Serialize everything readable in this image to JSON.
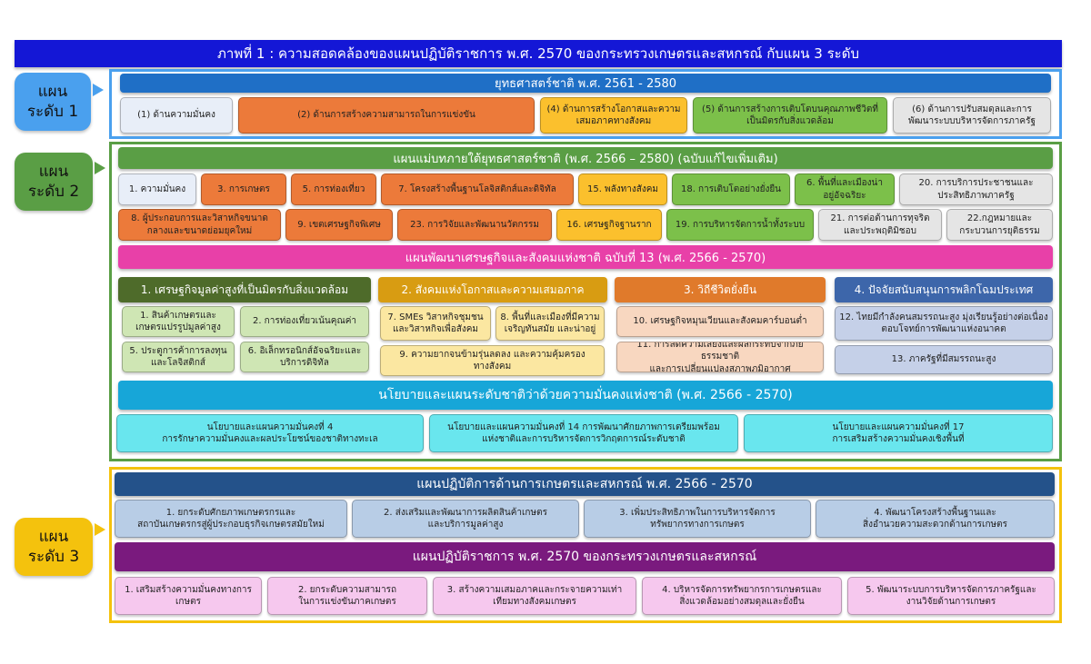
{
  "title": "ภาพที่ 1 : ความสอดคล้องของแผนปฏิบัติราชการ พ.ศ. 2570 ของกระทรวงเกษตรและสหกรณ์ กับแผน 3 ระดับ",
  "colors": {
    "title_bar": "#1417d6",
    "level1": "#4aa0ee",
    "level2": "#5a9e45",
    "level3": "#f4c20d"
  },
  "level1": {
    "label": "แผน\nระดับ 1",
    "header": "ยุทธศาสตร์ชาติ พ.ศ. 2561 - 2580",
    "items": [
      "(1) ด้านความมั่นคง",
      "(2) ด้านการสร้างความสามารถในการแข่งขัน",
      "(4) ด้านการสร้างโอกาสและความ\nเสมอภาคทางสังคม",
      "(5) ด้านการสร้างการเติบโตบนคุณภาพชีวิตที่\nเป็นมิตรกับสิ่งแวดล้อม",
      "(6) ด้านการปรับสมดุลและการ\nพัฒนาระบบบริหารจัดการภาครัฐ"
    ]
  },
  "level2": {
    "label": "แผน\nระดับ 2",
    "master_header": "แผนแม่บทภายใต้ยุทธศาสตร์ชาติ (พ.ศ. 2566 – 2580) (ฉบับแก้ไขเพิ่มเติม)",
    "master_row1": [
      "1. ความมั่นคง",
      "3. การเกษตร",
      "5. การท่องเที่ยว",
      "7. โครงสร้างพื้นฐานโลจิสติกส์และดิจิทัล",
      "15. พลังทางสังคม",
      "18. การเติบโตอย่างยั่งยืน",
      "6. พื้นที่และเมืองน่า\nอยู่อัจฉริยะ",
      "20. การบริการประชาชนและ\nประสิทธิภาพภาครัฐ"
    ],
    "master_row2": [
      "8. ผู้ประกอบการและวิสาหกิจขนาด\nกลางและขนาดย่อมยุคใหม่",
      "9. เขตเศรษฐกิจพิเศษ",
      "23. การวิจัยและพัฒนานวัตกรรม",
      "16. เศรษฐกิจฐานราก",
      "19. การบริหารจัดการน้ำทั้งระบบ",
      "21. การต่อต้านการทุจริต\nและประพฤติมิชอบ",
      "22.กฎหมายและ\nกระบวนการยุติธรรม"
    ],
    "nesdp_header": "แผนพัฒนาเศรษฐกิจและสังคมแห่งชาติ ฉบับที่ 13 (พ.ศ. 2566 - 2570)",
    "nesdp_groups": [
      {
        "title": "1. เศรษฐกิจมูลค่าสูงที่เป็นมิตรกับสิ่งแวดล้อม",
        "items": [
          "1. สินค้าเกษตรและ\nเกษตรแปรรูปมูลค่าสูง",
          "2. การท่องเที่ยวเน้นคุณค่า",
          "5. ประตูการค้าการลงทุน\nและโลจิสติกส์",
          "6. อิเล็กทรอนิกส์อัจฉริยะและ\nบริการดิจิทัล"
        ]
      },
      {
        "title": "2. สังคมแห่งโอกาสและความเสมอภาค",
        "items": [
          "7. SMEs วิสาหกิจชุมชน\nและวิสาหกิจเพื่อสังคม",
          "8. พื้นที่และเมืองที่มีความ\nเจริญทันสมัย และน่าอยู่",
          "9. ความยากจนข้ามรุ่นลดลง และความคุ้มครอง\nทางสังคม"
        ]
      },
      {
        "title": "3. วิถีชีวิตยั่งยืน",
        "items": [
          "10. เศรษฐกิจหมุนเวียนและสังคมคาร์บอนต่ำ",
          "11. การลดความเสี่ยงและผลกระทบจากภัยธรรมชาติ\nและการเปลี่ยนแปลงสภาพภูมิอากาศ"
        ]
      },
      {
        "title": "4. ปัจจัยสนับสนุนการพลิกโฉมประเทศ",
        "items": [
          "12. ไทยมีกำลังคนสมรรถนะสูง มุ่งเรียนรู้อย่างต่อเนื่อง\nตอบโจทย์การพัฒนาแห่งอนาคต",
          "13. ภาครัฐที่มีสมรรถนะสูง"
        ]
      }
    ],
    "security_header": "นโยบายและแผนระดับชาติว่าด้วยความมั่นคงแห่งชาติ (พ.ศ. 2566 - 2570)",
    "security_items": [
      "นโยบายและแผนความมั่นคงที่ 4\nการรักษาความมั่นคงและผลประโยชน์ของชาติทางทะเล",
      "นโยบายและแผนความมั่นคงที่ 14 การพัฒนาศักยภาพการเตรียมพร้อม\nแห่งชาติและการบริหารจัดการวิกฤตการณ์ระดับชาติ",
      "นโยบายและแผนความมั่นคงที่ 17\nการเสริมสร้างความมั่นคงเชิงพื้นที่"
    ]
  },
  "level3": {
    "label": "แผน\nระดับ 3",
    "agri_header": "แผนปฏิบัติการด้านการเกษตรและสหกรณ์ พ.ศ. 2566 - 2570",
    "agri_items": [
      "1. ยกระดับศักยภาพเกษตรกรและ\nสถาบันเกษตรกรสู่ผู้ประกอบธุรกิจเกษตรสมัยใหม่",
      "2. ส่งเสริมและพัฒนาการผลิตสินค้าเกษตร\nและบริการมูลค่าสูง",
      "3. เพิ่มประสิทธิภาพในการบริหารจัดการ\nทรัพยากรทางการเกษตร",
      "4. พัฒนาโครงสร้างพื้นฐานและ\nสิ่งอำนวยความสะดวกด้านการเกษตร"
    ],
    "moac_header": "แผนปฏิบัติราชการ พ.ศ. 2570 ของกระทรวงเกษตรและสหกรณ์",
    "moac_items": [
      "1. เสริมสร้างความมั่นคงทางการ\nเกษตร",
      "2. ยกระดับความสามารถ\nในการแข่งขันภาคเกษตร",
      "3. สร้างความเสมอภาคและกระจายความเท่า\nเทียมทางสังคมเกษตร",
      "4. บริหารจัดการทรัพยากรการเกษตรและ\nสิ่งแวดล้อมอย่างสมดุลและยั่งยืน",
      "5. พัฒนาระบบการบริหารจัดการภาครัฐและ\nงานวิจัยด้านการเกษตร"
    ]
  }
}
